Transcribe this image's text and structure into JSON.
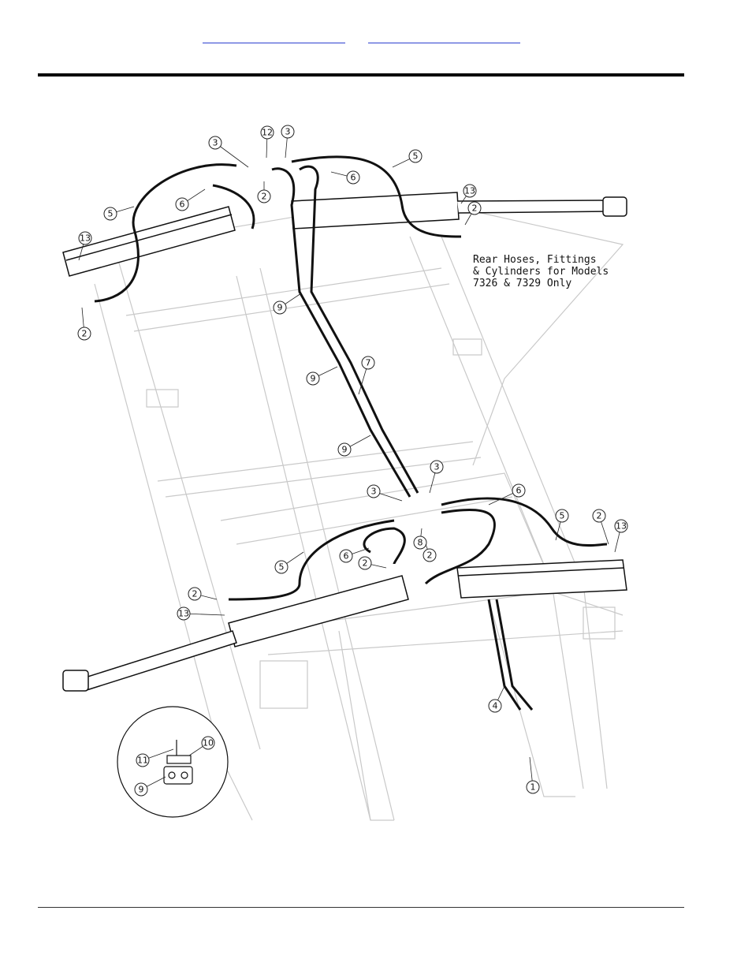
{
  "header": {
    "links": [
      "",
      ""
    ]
  },
  "diagram": {
    "caption": [
      "Rear Hoses, Fittings",
      "& Cylinders for Models",
      "7326 & 7329 Only"
    ],
    "callouts": [
      "3",
      "12",
      "3",
      "5",
      "6",
      "2",
      "13",
      "2",
      "6",
      "5",
      "13",
      "2",
      "9",
      "9",
      "7",
      "9",
      "3",
      "3",
      "6",
      "5",
      "2",
      "13",
      "8",
      "2",
      "6",
      "2",
      "5",
      "2",
      "13",
      "4",
      "1",
      "10",
      "11",
      "9"
    ]
  }
}
